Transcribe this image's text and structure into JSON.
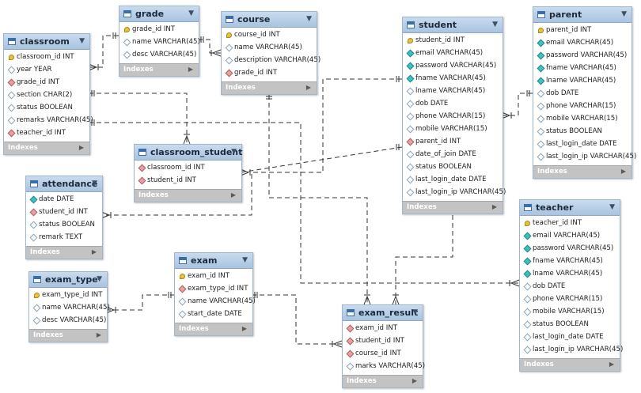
{
  "tables": [
    {
      "id": "grade",
      "name": "grade",
      "columns": [
        {
          "text": "grade_id INT",
          "kind": "pk"
        },
        {
          "text": "name VARCHAR(45)",
          "kind": "nul"
        },
        {
          "text": "desc VARCHAR(45)",
          "kind": "nul"
        }
      ],
      "indexes_label": "Indexes"
    },
    {
      "id": "course",
      "name": "course",
      "columns": [
        {
          "text": "course_id INT",
          "kind": "pk"
        },
        {
          "text": "name VARCHAR(45)",
          "kind": "nul"
        },
        {
          "text": "description VARCHAR(45)",
          "kind": "nul"
        },
        {
          "text": "grade_id INT",
          "kind": "fk"
        }
      ],
      "indexes_label": "Indexes"
    },
    {
      "id": "classroom",
      "name": "classroom",
      "columns": [
        {
          "text": "classroom_id INT",
          "kind": "pk"
        },
        {
          "text": "year YEAR",
          "kind": "nul"
        },
        {
          "text": "grade_id INT",
          "kind": "fk"
        },
        {
          "text": "section CHAR(2)",
          "kind": "nul"
        },
        {
          "text": "status BOOLEAN",
          "kind": "nul"
        },
        {
          "text": "remarks VARCHAR(45)",
          "kind": "nul"
        },
        {
          "text": "teacher_id INT",
          "kind": "fk"
        }
      ],
      "indexes_label": "Indexes"
    },
    {
      "id": "student",
      "name": "student",
      "columns": [
        {
          "text": "student_id INT",
          "kind": "pk"
        },
        {
          "text": "email VARCHAR(45)",
          "kind": "nn"
        },
        {
          "text": "password VARCHAR(45)",
          "kind": "nn"
        },
        {
          "text": "fname VARCHAR(45)",
          "kind": "nn"
        },
        {
          "text": "lname VARCHAR(45)",
          "kind": "nul"
        },
        {
          "text": "dob DATE",
          "kind": "nul"
        },
        {
          "text": "phone VARCHAR(15)",
          "kind": "nul"
        },
        {
          "text": "mobile VARCHAR(15)",
          "kind": "nul"
        },
        {
          "text": "parent_id INT",
          "kind": "fk"
        },
        {
          "text": "date_of_join DATE",
          "kind": "nul"
        },
        {
          "text": "status BOOLEAN",
          "kind": "nul"
        },
        {
          "text": "last_login_date DATE",
          "kind": "nul"
        },
        {
          "text": "last_login_ip VARCHAR(45)",
          "kind": "nul"
        }
      ],
      "indexes_label": "Indexes"
    },
    {
      "id": "parent",
      "name": "parent",
      "columns": [
        {
          "text": "parent_id INT",
          "kind": "pk"
        },
        {
          "text": "email VARCHAR(45)",
          "kind": "nn"
        },
        {
          "text": "password VARCHAR(45)",
          "kind": "nn"
        },
        {
          "text": "fname VARCHAR(45)",
          "kind": "nn"
        },
        {
          "text": "lname VARCHAR(45)",
          "kind": "nn"
        },
        {
          "text": "dob DATE",
          "kind": "nul"
        },
        {
          "text": "phone VARCHAR(15)",
          "kind": "nul"
        },
        {
          "text": "mobile VARCHAR(15)",
          "kind": "nul"
        },
        {
          "text": "status BOOLEAN",
          "kind": "nul"
        },
        {
          "text": "last_login_date DATE",
          "kind": "nul"
        },
        {
          "text": "last_login_ip VARCHAR(45)",
          "kind": "nul"
        }
      ],
      "indexes_label": "Indexes"
    },
    {
      "id": "classroom_student",
      "name": "classroom_student",
      "columns": [
        {
          "text": "classroom_id INT",
          "kind": "fk"
        },
        {
          "text": "student_id INT",
          "kind": "fk"
        }
      ],
      "indexes_label": "Indexes"
    },
    {
      "id": "attendance",
      "name": "attendance",
      "columns": [
        {
          "text": "date DATE",
          "kind": "nn"
        },
        {
          "text": "student_id INT",
          "kind": "fk"
        },
        {
          "text": "status BOOLEAN",
          "kind": "nul"
        },
        {
          "text": "remark TEXT",
          "kind": "nul"
        }
      ],
      "indexes_label": "Indexes"
    },
    {
      "id": "teacher",
      "name": "teacher",
      "columns": [
        {
          "text": "teacher_id INT",
          "kind": "pk"
        },
        {
          "text": "email VARCHAR(45)",
          "kind": "nn"
        },
        {
          "text": "password VARCHAR(45)",
          "kind": "nn"
        },
        {
          "text": "fname VARCHAR(45)",
          "kind": "nn"
        },
        {
          "text": "lname VARCHAR(45)",
          "kind": "nn"
        },
        {
          "text": "dob DATE",
          "kind": "nul"
        },
        {
          "text": "phone VARCHAR(15)",
          "kind": "nul"
        },
        {
          "text": "mobile VARCHAR(15)",
          "kind": "nul"
        },
        {
          "text": "status BOOLEAN",
          "kind": "nul"
        },
        {
          "text": "last_login_date DATE",
          "kind": "nul"
        },
        {
          "text": "last_login_ip VARCHAR(45)",
          "kind": "nul"
        }
      ],
      "indexes_label": "Indexes"
    },
    {
      "id": "exam",
      "name": "exam",
      "columns": [
        {
          "text": "exam_id INT",
          "kind": "pk"
        },
        {
          "text": "exam_type_id INT",
          "kind": "fk"
        },
        {
          "text": "name VARCHAR(45)",
          "kind": "nul"
        },
        {
          "text": "start_date DATE",
          "kind": "nul"
        }
      ],
      "indexes_label": "Indexes"
    },
    {
      "id": "exam_type",
      "name": "exam_type",
      "columns": [
        {
          "text": "exam_type_id INT",
          "kind": "pk"
        },
        {
          "text": "name VARCHAR(45)",
          "kind": "nul"
        },
        {
          "text": "desc VARCHAR(45)",
          "kind": "nul"
        }
      ],
      "indexes_label": "Indexes"
    },
    {
      "id": "exam_result",
      "name": "exam_result",
      "columns": [
        {
          "text": "exam_id INT",
          "kind": "fk"
        },
        {
          "text": "student_id INT",
          "kind": "fk"
        },
        {
          "text": "course_id INT",
          "kind": "fk"
        },
        {
          "text": "marks VARCHAR(45)",
          "kind": "nul"
        }
      ],
      "indexes_label": "Indexes"
    }
  ],
  "icons": {
    "table": "table-icon",
    "collapse": "collapse-arrow-icon",
    "expand": "expand-arrow-icon"
  }
}
